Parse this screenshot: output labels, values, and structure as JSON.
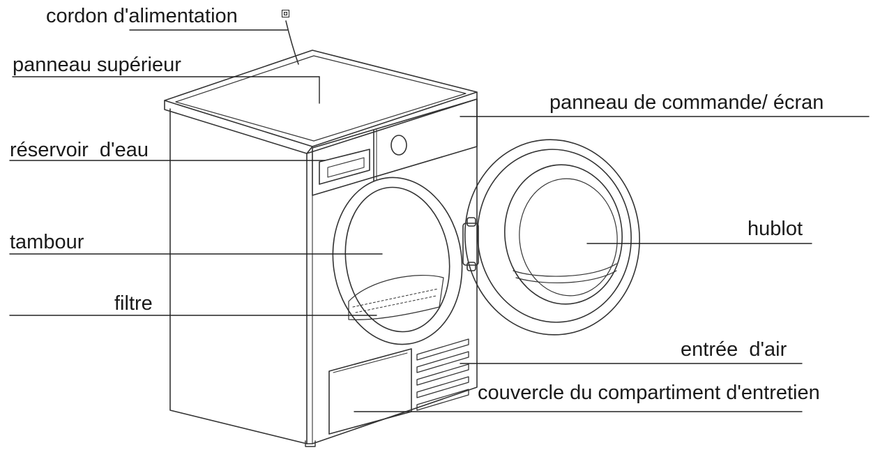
{
  "diagram": {
    "labels": {
      "power_cord": "cordon d'alimentation",
      "top_panel": "panneau supérieur",
      "control_panel": "panneau de commande/ écran",
      "water_tank": "réservoir  d'eau",
      "drum": "tambour",
      "filter": "filtre",
      "door": "hublot",
      "air_inlet": "entrée  d'air",
      "service_cover": "couvercle du compartiment d'entretien"
    },
    "power_cord_icon": "plug-icon"
  }
}
